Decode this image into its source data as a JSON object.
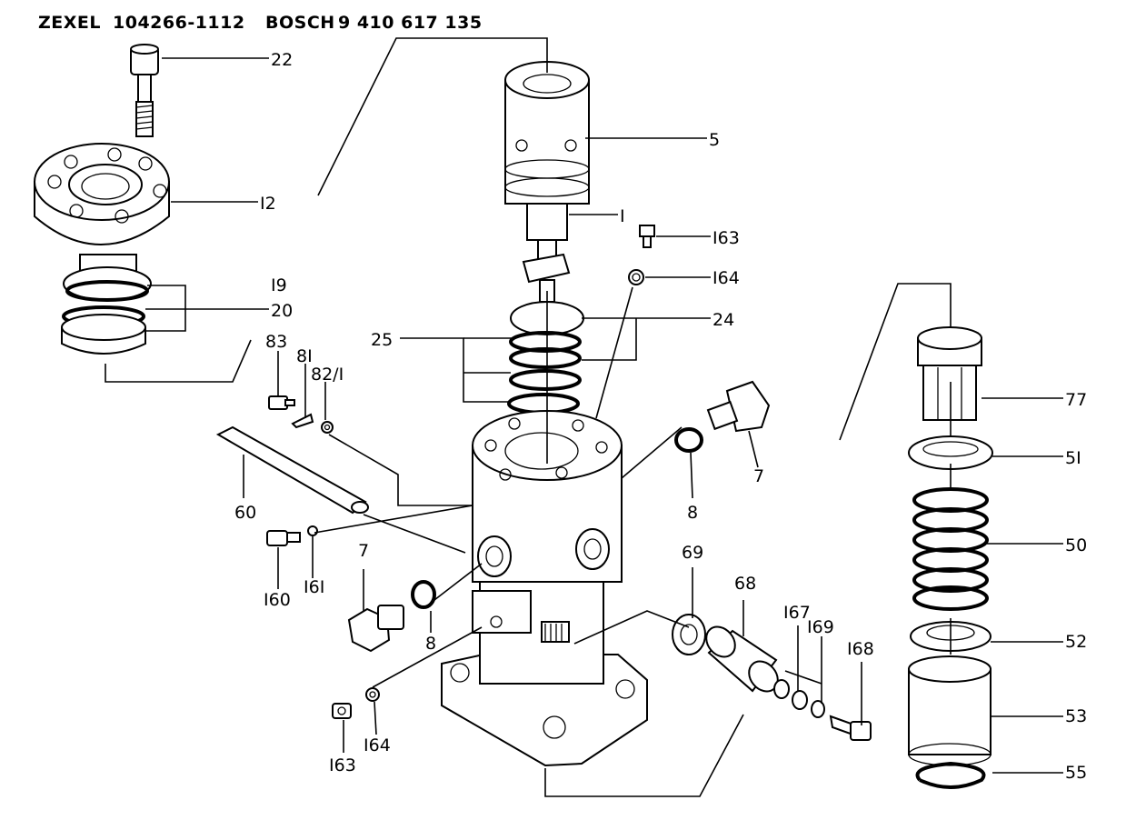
{
  "header": {
    "brand1": "ZEXEL",
    "part1": "104266-1112",
    "brand2": "BOSCH",
    "part2": "9 410 617 135"
  },
  "callouts": {
    "c22": "22",
    "c5": "5",
    "c12": "I2",
    "c1": "I",
    "c163a": "I63",
    "c164a": "I64",
    "c19": "I9",
    "c20": "20",
    "c24": "24",
    "c25": "25",
    "c83": "83",
    "c81": "8I",
    "c82": "82/I",
    "c77": "77",
    "c51": "5I",
    "c7a": "7",
    "c8a": "8",
    "c60": "60",
    "c50": "50",
    "c160": "I60",
    "c161": "I6I",
    "c7b": "7",
    "c69": "69",
    "c68": "68",
    "c8b": "8",
    "c167": "I67",
    "c169": "I69",
    "c168": "I68",
    "c52": "52",
    "c53": "53",
    "c164b": "I64",
    "c163b": "I63",
    "c55": "55"
  }
}
